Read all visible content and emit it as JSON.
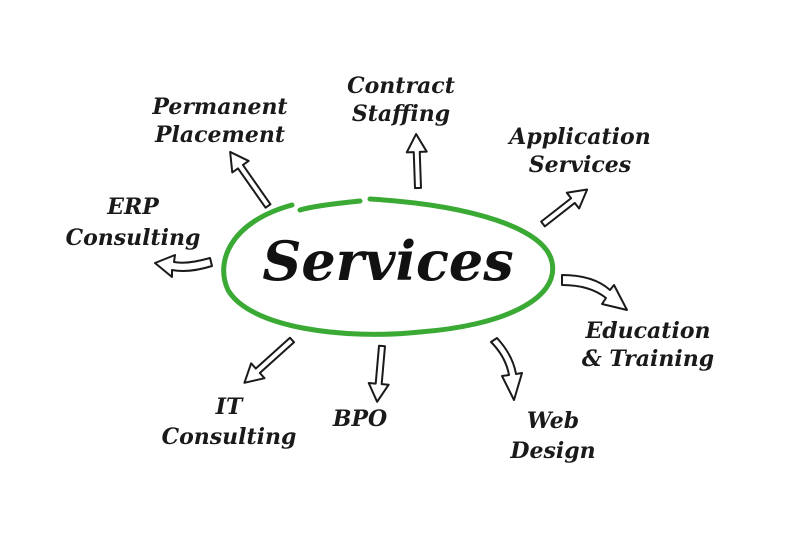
{
  "center": {
    "label": "Services",
    "ring_color": "#3aaa35"
  },
  "nodes": [
    {
      "id": "permanent-placement",
      "lines": [
        "Permanent",
        "Placement"
      ]
    },
    {
      "id": "contract-staffing",
      "lines": [
        "Contract",
        "Staffing"
      ]
    },
    {
      "id": "application-services",
      "lines": [
        "Application",
        "Services"
      ]
    },
    {
      "id": "erp-consulting",
      "lines": [
        "ERP",
        "Consulting"
      ]
    },
    {
      "id": "education-training",
      "lines": [
        "Education",
        "& Training"
      ]
    },
    {
      "id": "it-consulting",
      "lines": [
        "IT",
        "Consulting"
      ]
    },
    {
      "id": "bpo",
      "lines": [
        "BPO"
      ]
    },
    {
      "id": "web-design",
      "lines": [
        "Web",
        "Design"
      ]
    }
  ]
}
